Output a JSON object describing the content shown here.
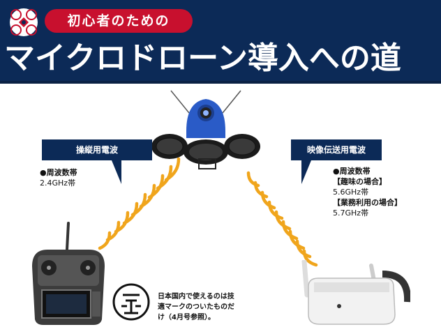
{
  "header": {
    "subtitle": "初心者のための",
    "title": "マイクロドローン導入への道"
  },
  "control_radio": {
    "label": "操縦用電波",
    "band_heading": "●周波数帯",
    "band_value": "2.4GHz帯"
  },
  "video_radio": {
    "label": "映像伝送用電波",
    "band_heading": "●周波数帯",
    "hobby_heading": "【趣味の場合】",
    "hobby_value": "5.6GHz帯",
    "business_heading": "【業務利用の場合】",
    "business_value": "5.7GHz帯"
  },
  "note": {
    "line1": "日本国内で使えるのは技",
    "line2": "適マークのついたものだ",
    "line3": "け（4月号参照）。"
  },
  "colors": {
    "navy": "#0c2a57",
    "red": "#c8102e",
    "wave_orange": "#f0a51c",
    "drone_blue": "#2a5bc7"
  },
  "icons": {
    "logo": "drone-logo-icon",
    "giteki": "giteki-mark-icon"
  }
}
